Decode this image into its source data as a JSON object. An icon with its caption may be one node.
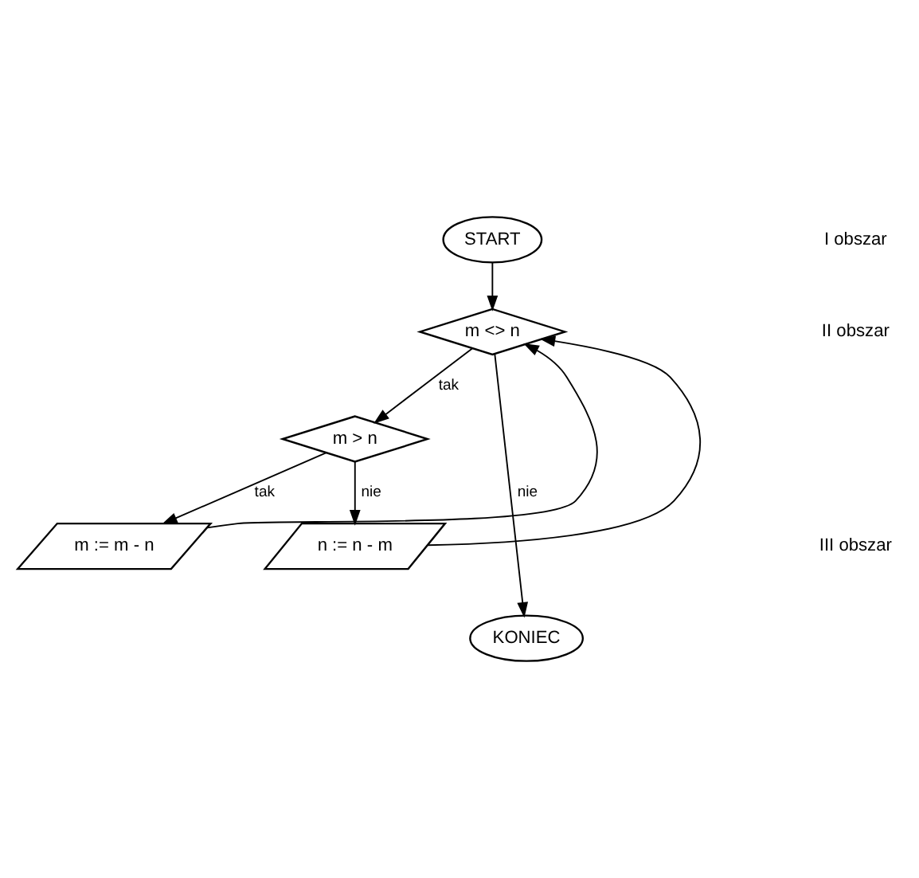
{
  "diagram": {
    "nodes": [
      {
        "text": [
          "START"
        ]
      },
      {
        "text": [
          "m <> n"
        ]
      },
      {
        "text": [
          "m > n"
        ]
      },
      {
        "text": [
          "m := m - n"
        ]
      },
      {
        "text": [
          "n := n - m"
        ]
      },
      {
        "text": [
          "KONIEC"
        ]
      }
    ],
    "edges": [
      {
        "from": 0,
        "to": 1,
        "arrow": "to"
      },
      {
        "from": 1,
        "to": 2,
        "arrow": "to",
        "label": "tak"
      },
      {
        "from": 1,
        "to": 5,
        "arrow": "to",
        "label": "nie"
      },
      {
        "from": 2,
        "to": 3,
        "arrow": "to",
        "label": "tak"
      },
      {
        "from": 2,
        "to": 4,
        "arrow": "to",
        "label": "nie"
      },
      {
        "from": 3,
        "to": 1,
        "arrow": "to"
      },
      {
        "from": 4,
        "to": 1,
        "arrow": "to"
      }
    ],
    "labels": [
      "I obszar",
      "II obszar",
      "III obszar"
    ]
  }
}
